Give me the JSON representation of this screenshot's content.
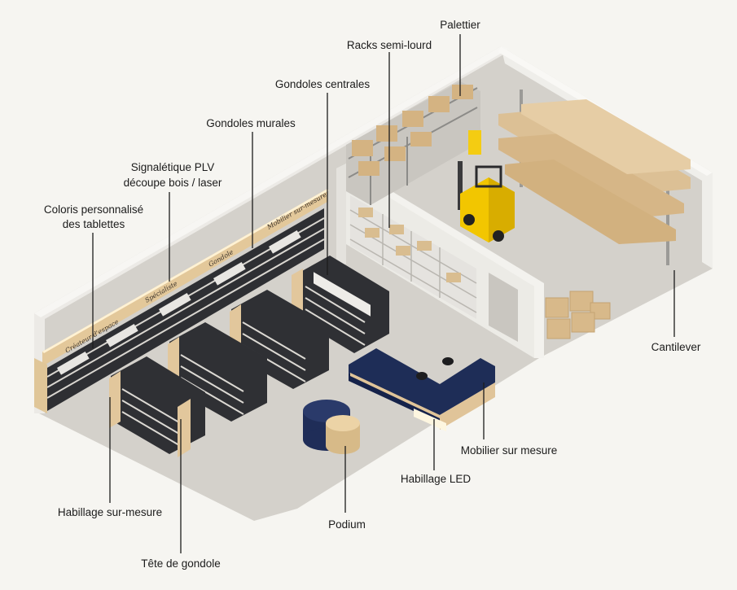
{
  "callouts": {
    "palettier": "Palettier",
    "racks": "Racks semi-lourd",
    "gondoles_centrales": "Gondoles centrales",
    "gondoles_murales": "Gondoles murales",
    "signaletique_line1": "Signalétique PLV",
    "signaletique_line2": "découpe bois / laser",
    "coloris_line1": "Coloris personnalisé",
    "coloris_line2": "des tablettes",
    "cantilever": "Cantilever",
    "mobilier": "Mobilier sur mesure",
    "habillage_led": "Habillage LED",
    "podium": "Podium",
    "habillage": "Habillage sur-mesure",
    "tete": "Tête de gondole"
  },
  "wall_signs": {
    "createur": "Créateur d'espace",
    "specialiste": "Spécialiste",
    "gondole": "Gondole",
    "mobilier": "Mobilier sur-mesure"
  },
  "colors": {
    "background": "#f6f5f1",
    "floor": "#d3d0ca",
    "wall": "#f1f0ec",
    "wood": "#e2c9a0",
    "shelf_dark": "#2f3034",
    "counter_blue": "#1d2c55",
    "forklift_yellow": "#f2c600"
  }
}
